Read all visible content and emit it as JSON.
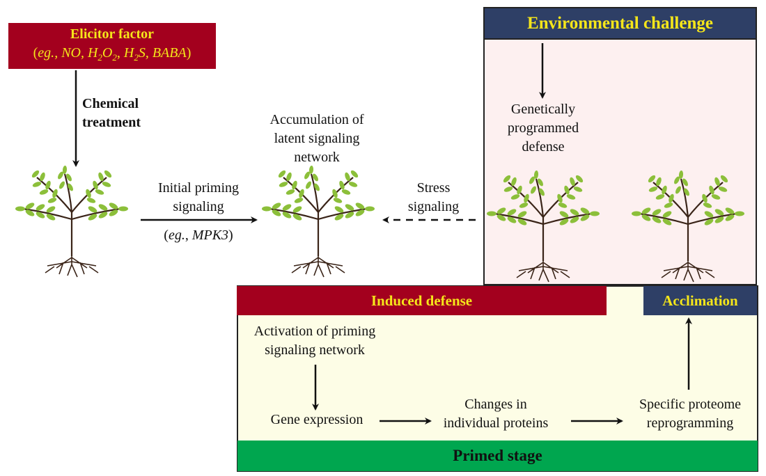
{
  "elicitor": {
    "title": "Elicitor factor",
    "examples": {
      "prefix": "(",
      "eg": "eg.",
      "nums": [
        ", NO, H",
        "2",
        "O",
        "2",
        ", H",
        "2",
        "S, BABA"
      ],
      "suffix": ")"
    }
  },
  "chemical_treatment": {
    "line1": "Chemical",
    "line2": "treatment"
  },
  "initial_priming": {
    "line1": "Initial priming",
    "line2": "signaling",
    "example_open": "(",
    "eg": "eg.",
    "gene": " MPK3",
    "example_close": ")"
  },
  "accumulation": {
    "line1": "Accumulation of",
    "line2": "latent signaling",
    "line3": "network"
  },
  "stress_signaling": {
    "line1": "Stress",
    "line2": "signaling"
  },
  "environmental": {
    "title": "Environmental challenge"
  },
  "genetic_defense": {
    "line1": "Genetically",
    "line2": "programmed",
    "line3": "defense"
  },
  "induced_defense": {
    "title": "Induced defense"
  },
  "acclimation": {
    "title": "Acclimation"
  },
  "activation": {
    "line1": "Activation of priming",
    "line2": "signaling network"
  },
  "gene_expression": {
    "label": "Gene expression"
  },
  "changes": {
    "line1": "Changes in",
    "line2": "individual proteins"
  },
  "proteome": {
    "line1": "Specific proteome",
    "line2": "reprogramming"
  },
  "primed_stage": {
    "title": "Primed stage"
  },
  "colors": {
    "maroon": "#a3001e",
    "navy": "#2e3f66",
    "green": "#00a64f",
    "yellow_text": "#f5e61a",
    "pink_bg": "#fdf0f0",
    "cream_bg": "#fdfde6",
    "leaf": "#8cbf3a",
    "stem": "#3a2418"
  }
}
